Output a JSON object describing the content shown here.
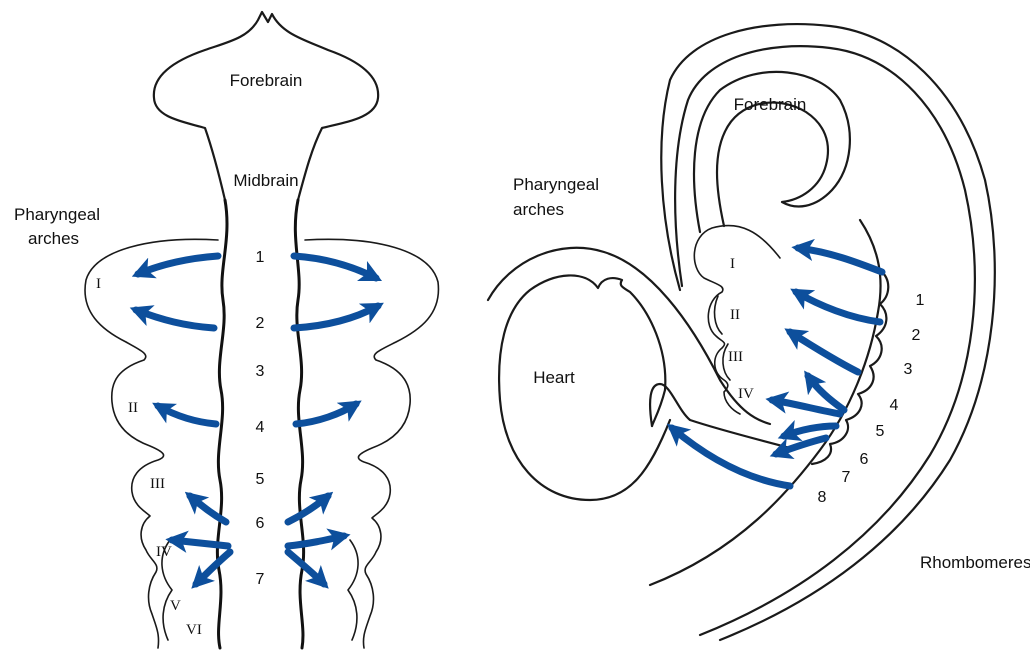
{
  "accent_color": "#0d4f9c",
  "left_panel": {
    "forebrain": "Forebrain",
    "midbrain": "Midbrain",
    "arches_label_1": "Pharyngeal",
    "arches_label_2": "arches",
    "rhombomeres": [
      "1",
      "2",
      "3",
      "4",
      "5",
      "6",
      "7"
    ],
    "arches": [
      "I",
      "II",
      "III",
      "IV",
      "V",
      "VI"
    ]
  },
  "right_panel": {
    "forebrain": "Forebrain",
    "arches_label_1": "Pharyngeal",
    "arches_label_2": "arches",
    "heart": "Heart",
    "rhombomeres_label": "Rhombomeres",
    "rhombomeres": [
      "1",
      "2",
      "3",
      "4",
      "5",
      "6",
      "7",
      "8"
    ],
    "arches": [
      "I",
      "II",
      "III",
      "IV"
    ]
  }
}
